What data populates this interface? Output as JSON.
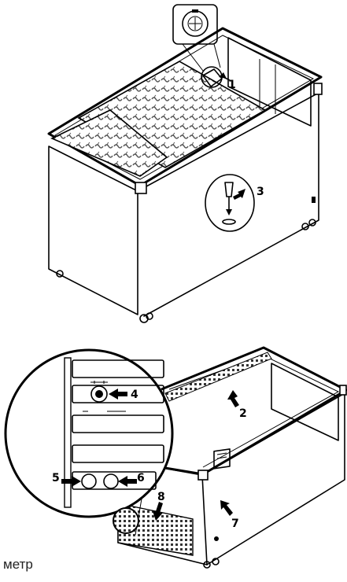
{
  "callouts": {
    "c1": "1",
    "c2": "2",
    "c3": "3",
    "c4": "4",
    "c5": "5",
    "c6": "6",
    "c7": "7",
    "c8": "8"
  },
  "caption": "метр",
  "colors": {
    "ink": "#000000",
    "paper": "#ffffff",
    "basket": "#555555"
  }
}
